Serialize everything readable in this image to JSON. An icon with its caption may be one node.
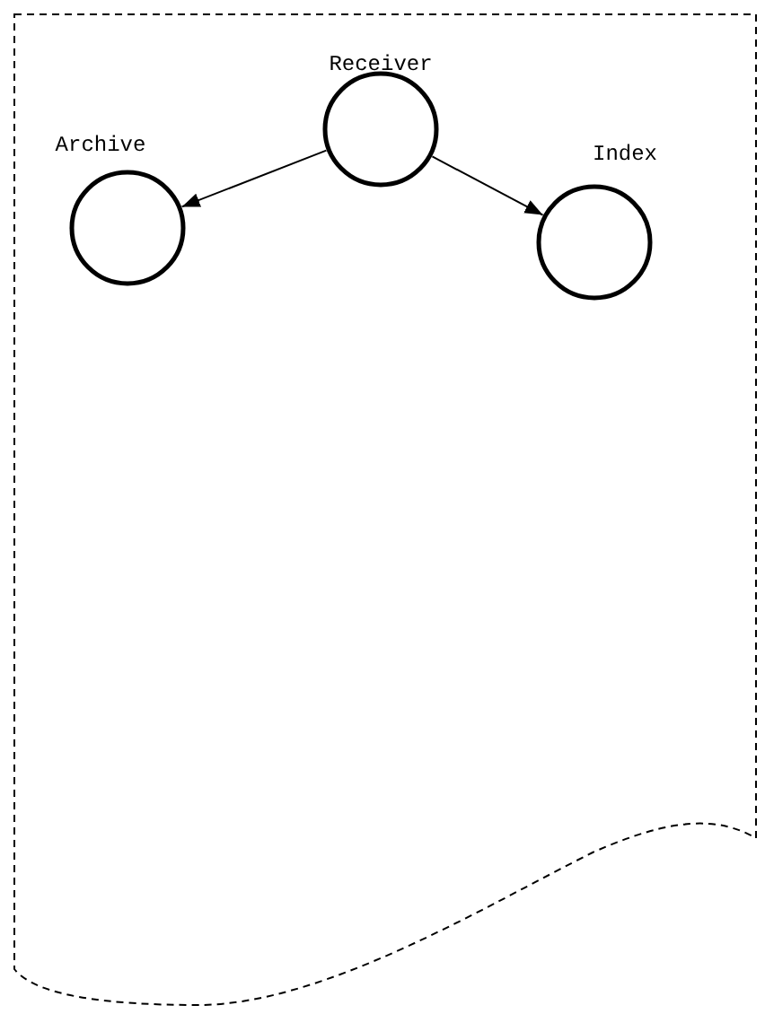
{
  "diagram": {
    "nodes": [
      {
        "text": [],
        "shape": "document"
      },
      {
        "text": [
          "Receiver"
        ],
        "in": 0
      },
      {
        "text": [
          "Archive"
        ],
        "in": 0
      },
      {
        "text": [
          "Index"
        ],
        "in": 0
      }
    ],
    "edges": [
      {
        "from": 1,
        "to": 2,
        "arrow": "to"
      },
      {
        "from": 1,
        "to": 3,
        "arrow": "to"
      }
    ]
  }
}
